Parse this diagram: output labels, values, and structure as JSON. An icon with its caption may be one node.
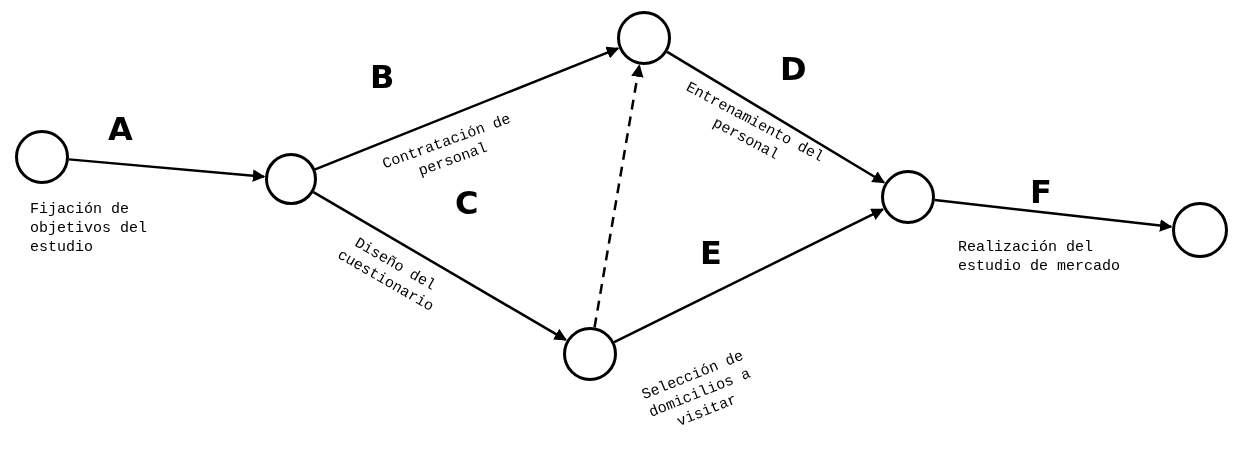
{
  "diagram": {
    "nodes": [
      {
        "text": [],
        "shape": "circle"
      },
      {
        "text": [],
        "shape": "circle"
      },
      {
        "text": [],
        "shape": "circle"
      },
      {
        "text": [],
        "shape": "circle"
      },
      {
        "text": [],
        "shape": "circle"
      },
      {
        "text": [],
        "shape": "circle"
      }
    ],
    "edges": [
      {
        "from": 0,
        "to": 1,
        "arrow": "to",
        "label": "A"
      },
      {
        "from": 1,
        "to": 2,
        "arrow": "to",
        "label": "B"
      },
      {
        "from": 1,
        "to": 3,
        "arrow": "to",
        "label": "C"
      },
      {
        "from": 3,
        "to": 2,
        "arrow": "to",
        "style": "dashed"
      },
      {
        "from": 2,
        "to": 4,
        "arrow": "to",
        "label": "D"
      },
      {
        "from": 3,
        "to": 4,
        "arrow": "to",
        "label": "E"
      },
      {
        "from": 4,
        "to": 5,
        "arrow": "to",
        "label": "F"
      }
    ],
    "labels": [
      "Fijación de objetivos del estudio",
      "Contratación de personal",
      "Diseño del cuestionario",
      "Entrenamiento del personal",
      "Selección de domicilios a visitar",
      "Realización del estudio de mercado"
    ]
  }
}
